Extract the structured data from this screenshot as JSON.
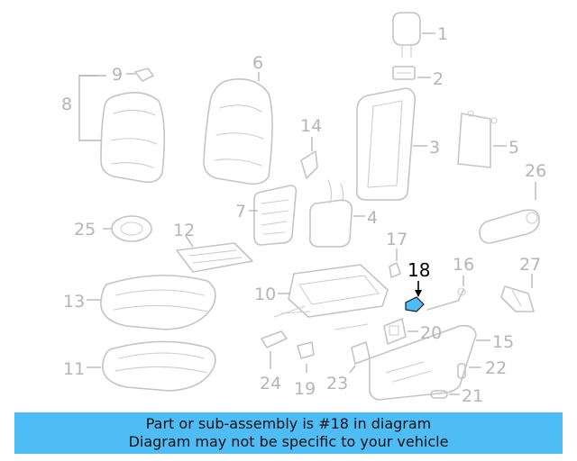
{
  "diagram": {
    "highlighted_part": "18",
    "highlight_color": "#4fbdf5",
    "callouts": [
      "1",
      "2",
      "3",
      "4",
      "5",
      "6",
      "7",
      "8",
      "9",
      "10",
      "11",
      "12",
      "13",
      "14",
      "15",
      "16",
      "17",
      "18",
      "19",
      "20",
      "21",
      "22",
      "23",
      "24",
      "25",
      "26",
      "27"
    ]
  },
  "banner": {
    "line1": "Part or sub-assembly is #18 in diagram",
    "line2": "Diagram may not be specific to your vehicle",
    "color": "#4fbdf5"
  }
}
